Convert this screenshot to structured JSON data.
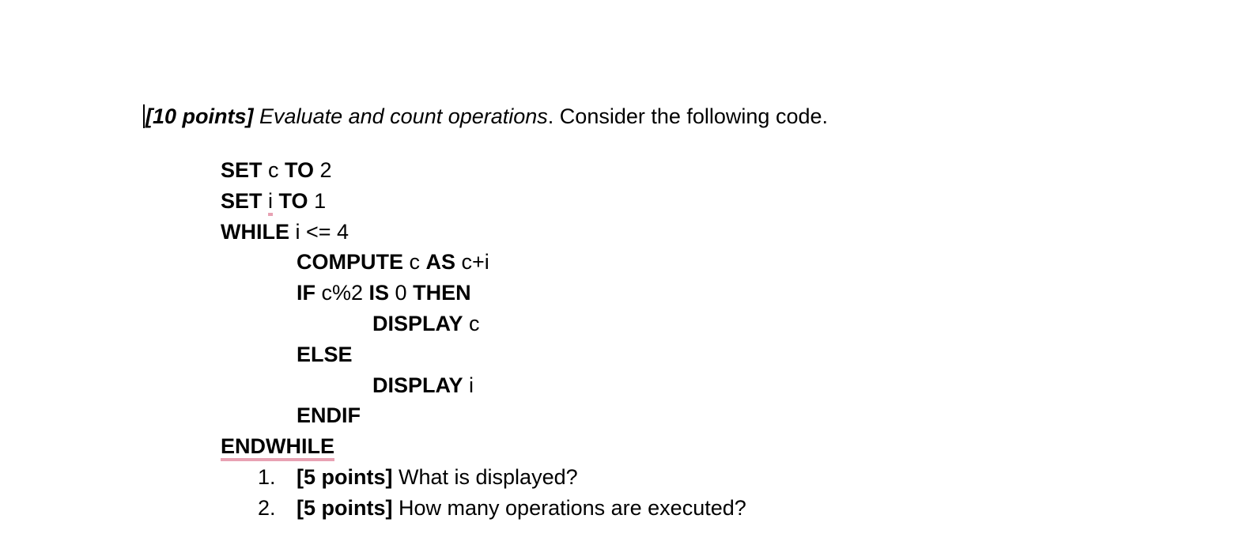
{
  "question": {
    "points": "[10 points]",
    "topic": "Evaluate and count operations",
    "rest": ". Consider the following code."
  },
  "code": {
    "l1": {
      "kw1": "SET",
      "var": " c ",
      "kw2": "TO",
      "val": " 2"
    },
    "l2": {
      "kw1": "SET",
      "var": "i",
      "kw2": "TO",
      "val": " 1"
    },
    "l3": {
      "kw": "WHILE",
      "rest": " i <= 4"
    },
    "l4": {
      "kw1": "COMPUTE",
      "var": " c ",
      "kw2": "AS",
      "expr": " c+i"
    },
    "l5": {
      "kw1": "IF",
      "expr": " c%2 ",
      "kw2": "IS",
      "val": " 0 ",
      "kw3": "THEN"
    },
    "l6": {
      "kw": "DISPLAY",
      "var": " c"
    },
    "l7": {
      "kw": "ELSE"
    },
    "l8": {
      "kw": "DISPLAY",
      "var": " i"
    },
    "l9": {
      "kw": "ENDIF"
    },
    "l10": {
      "kw": "ENDWHILE"
    }
  },
  "subquestions": [
    {
      "num": "1.",
      "points": "[5 points]",
      "text": " What is displayed?"
    },
    {
      "num": "2.",
      "points": "[5 points]",
      "text": " How many operations are executed?"
    }
  ],
  "colors": {
    "spellcheck_underline": "#e8a2b3",
    "text": "#000000",
    "background": "#ffffff"
  }
}
